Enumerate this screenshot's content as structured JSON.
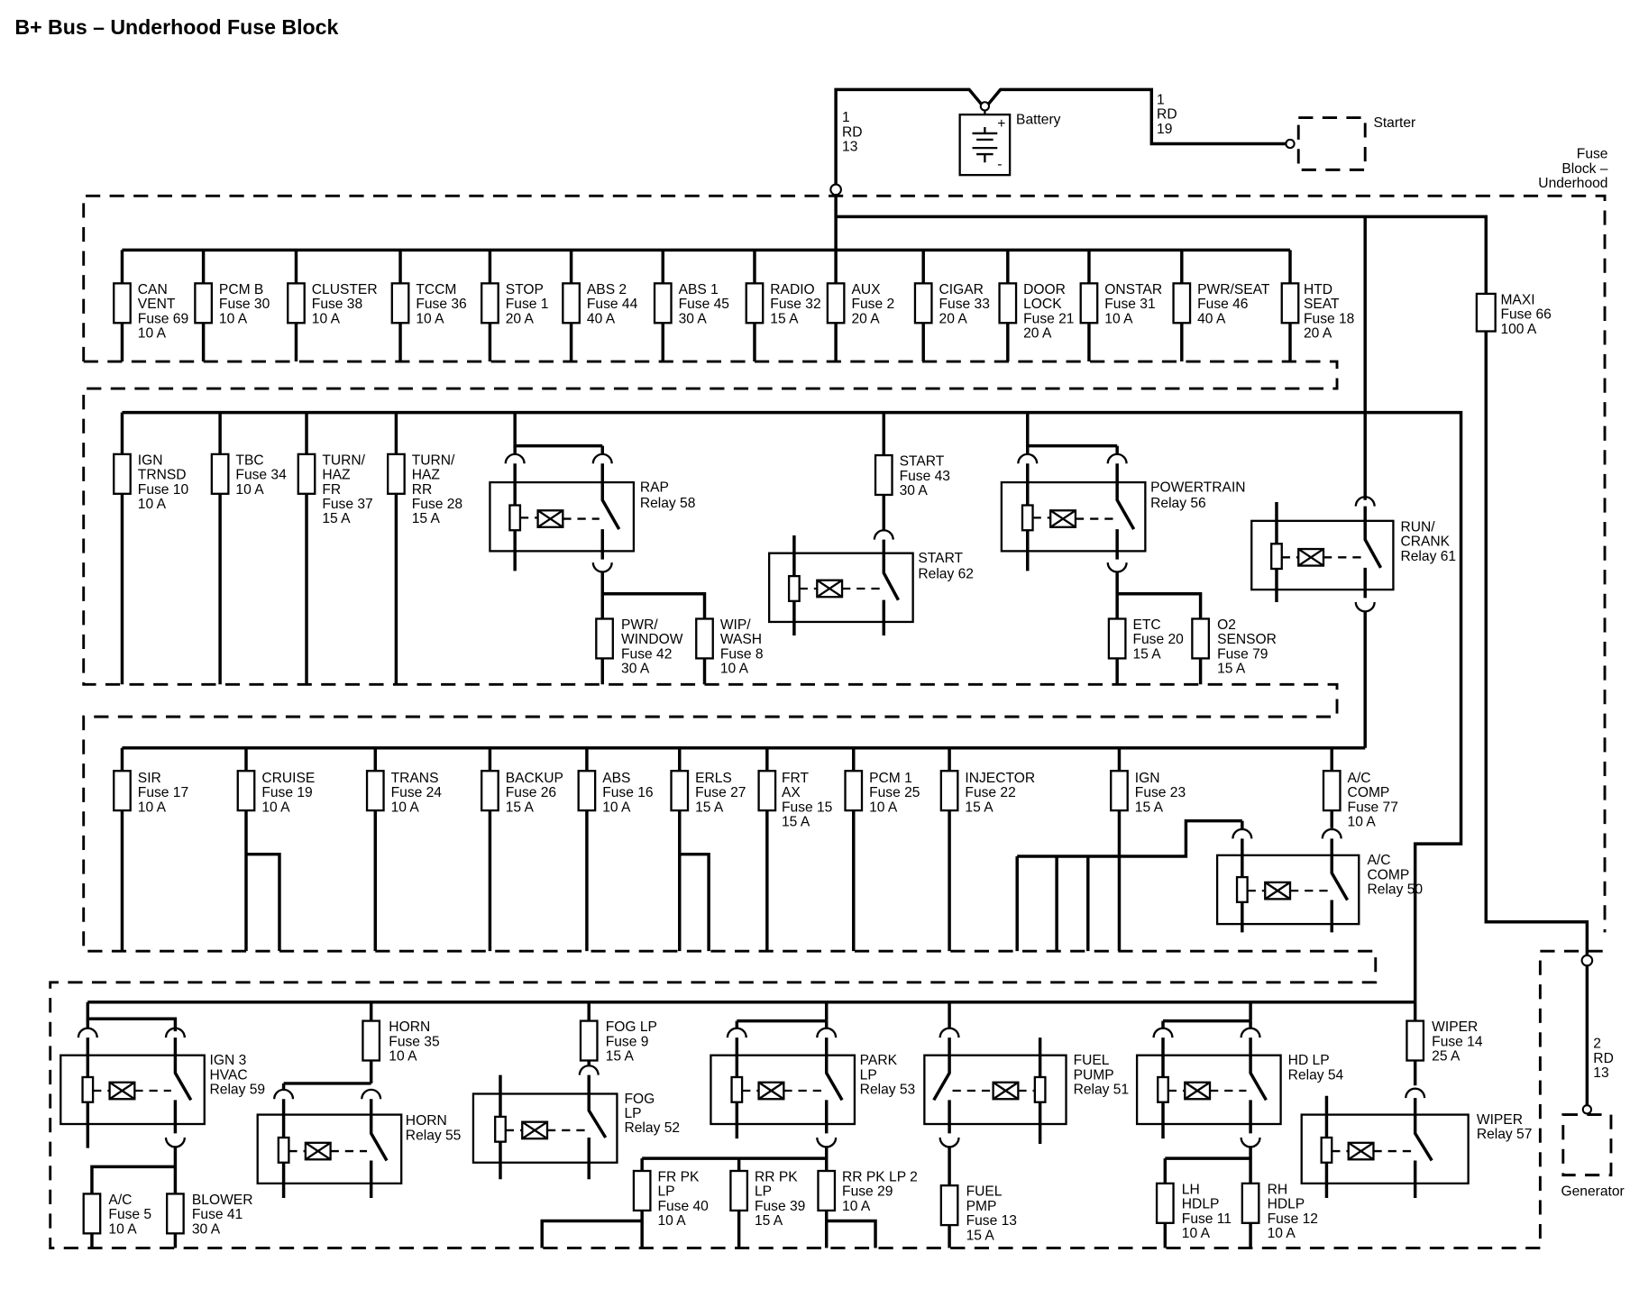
{
  "title": "B+ Bus – Underhood Fuse Block",
  "battery": {
    "label": "Battery",
    "plus": "+",
    "minus": "-",
    "wire_left": [
      "1",
      "RD",
      "13"
    ],
    "wire_right": [
      "1",
      "RD",
      "19"
    ]
  },
  "starter": {
    "label": "Starter"
  },
  "fuse_block_label": [
    "Fuse",
    "Block –",
    "Underhood"
  ],
  "generator": {
    "label": "Generator",
    "wire": [
      "2",
      "RD",
      "13"
    ]
  },
  "fuses": {
    "can_vent": [
      "CAN",
      "VENT",
      "Fuse 69",
      "10 A"
    ],
    "pcm_b": [
      "PCM B",
      "Fuse 30",
      "10 A"
    ],
    "cluster": [
      "CLUSTER",
      "Fuse 38",
      "10 A"
    ],
    "tccm": [
      "TCCM",
      "Fuse 36",
      "10 A"
    ],
    "stop": [
      "STOP",
      "Fuse 1",
      "20 A"
    ],
    "abs2": [
      "ABS 2",
      "Fuse 44",
      "40 A"
    ],
    "abs1": [
      "ABS 1",
      "Fuse 45",
      "30 A"
    ],
    "radio": [
      "RADIO",
      "Fuse 32",
      "15 A"
    ],
    "aux": [
      "AUX",
      "Fuse 2",
      "20 A"
    ],
    "cigar": [
      "CIGAR",
      "Fuse 33",
      "20 A"
    ],
    "door_lock": [
      "DOOR",
      "LOCK",
      "Fuse 21",
      "20 A"
    ],
    "onstar": [
      "ONSTAR",
      "Fuse 31",
      "10 A"
    ],
    "pwr_seat": [
      "PWR/SEAT",
      "Fuse 46",
      "40 A"
    ],
    "htd_seat": [
      "HTD",
      "SEAT",
      "Fuse 18",
      "20 A"
    ],
    "maxi": [
      "MAXI",
      "Fuse 66",
      "100 A"
    ],
    "ign_trnsd": [
      "IGN",
      "TRNSD",
      "Fuse 10",
      "10 A"
    ],
    "tbc": [
      "TBC",
      "Fuse 34",
      "10 A"
    ],
    "turn_haz_fr": [
      "TURN/",
      "HAZ",
      "FR",
      "Fuse 37",
      "15 A"
    ],
    "turn_haz_rr": [
      "TURN/",
      "HAZ",
      "RR",
      "Fuse 28",
      "15 A"
    ],
    "start_fuse": [
      "START",
      "Fuse 43",
      "30 A"
    ],
    "pwr_window": [
      "PWR/",
      "WINDOW",
      "Fuse 42",
      "30 A"
    ],
    "wip_wash": [
      "WIP/",
      "WASH",
      "Fuse 8",
      "10 A"
    ],
    "etc": [
      "ETC",
      "Fuse 20",
      "15 A"
    ],
    "o2_sensor": [
      "O2",
      "SENSOR",
      "Fuse 79",
      "15 A"
    ],
    "sir": [
      "SIR",
      "Fuse 17",
      "10 A"
    ],
    "cruise": [
      "CRUISE",
      "Fuse 19",
      "10 A"
    ],
    "trans": [
      "TRANS",
      "Fuse 24",
      "10 A"
    ],
    "backup": [
      "BACKUP",
      "Fuse 26",
      "15 A"
    ],
    "abs": [
      "ABS",
      "Fuse 16",
      "10 A"
    ],
    "erls": [
      "ERLS",
      "Fuse 27",
      "15 A"
    ],
    "frt_ax": [
      "FRT",
      "AX",
      "Fuse 15",
      "15 A"
    ],
    "pcm1": [
      "PCM 1",
      "Fuse 25",
      "10 A"
    ],
    "injector": [
      "INJECTOR",
      "Fuse 22",
      "15 A"
    ],
    "ign23": [
      "IGN",
      "Fuse 23",
      "15 A"
    ],
    "ac_comp_fuse": [
      "A/C",
      "COMP",
      "Fuse 77",
      "10 A"
    ],
    "horn_fuse": [
      "HORN",
      "Fuse 35",
      "10 A"
    ],
    "fog_lp_fuse": [
      "FOG LP",
      "Fuse 9",
      "15 A"
    ],
    "wiper_fuse": [
      "WIPER",
      "Fuse 14",
      "25 A"
    ],
    "ac5": [
      "A/C",
      "Fuse 5",
      "10 A"
    ],
    "blower": [
      "BLOWER",
      "Fuse 41",
      "30 A"
    ],
    "fr_pk_lp": [
      "FR PK",
      "LP",
      "Fuse 40",
      "10 A"
    ],
    "rr_pk_lp": [
      "RR PK",
      "LP",
      "Fuse 39",
      "15 A"
    ],
    "rr_pk_lp2": [
      "RR PK LP 2",
      "Fuse 29",
      "10 A"
    ],
    "fuel_pmp": [
      "FUEL",
      "PMP",
      "Fuse 13",
      "15 A"
    ],
    "lh_hdlp": [
      "LH",
      "HDLP",
      "Fuse 11",
      "10 A"
    ],
    "rh_hdlp": [
      "RH",
      "HDLP",
      "Fuse 12",
      "10 A"
    ]
  },
  "relays": {
    "rap": [
      "RAP",
      "Relay 58"
    ],
    "start": [
      "START",
      "Relay 62"
    ],
    "powertrain": [
      "POWERTRAIN",
      "Relay 56"
    ],
    "run_crank": [
      "RUN/",
      "CRANK",
      "Relay 61"
    ],
    "ac_comp": [
      "A/C",
      "COMP",
      "Relay 50"
    ],
    "ign3_hvac": [
      "IGN 3",
      "HVAC",
      "Relay 59"
    ],
    "horn": [
      "HORN",
      "Relay 55"
    ],
    "fog_lp": [
      "FOG",
      "LP",
      "Relay 52"
    ],
    "park_lp": [
      "PARK",
      "LP",
      "Relay 53"
    ],
    "fuel_pump": [
      "FUEL",
      "PUMP",
      "Relay 51"
    ],
    "hd_lp": [
      "HD LP",
      "Relay 54"
    ],
    "wiper": [
      "WIPER",
      "Relay 57"
    ]
  }
}
